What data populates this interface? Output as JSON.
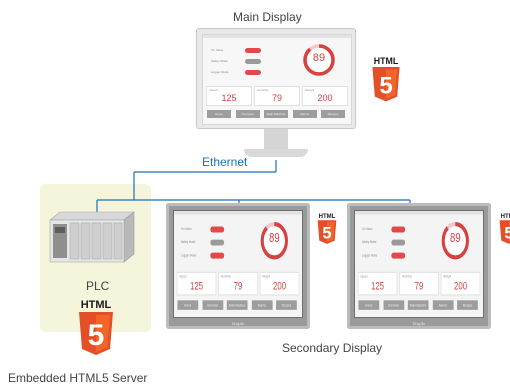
{
  "labels": {
    "main_display": "Main Display",
    "ethernet": "Ethernet",
    "plc": "PLC",
    "secondary_display": "Secondary Display",
    "embedded_server": "Embedded HTML5 Server"
  },
  "badge": {
    "text": "HTML",
    "number": "5"
  },
  "hmi": {
    "rows": [
      {
        "label": "On Value",
        "state": "on"
      },
      {
        "label": "Safety Mode",
        "state": "off"
      },
      {
        "label": "Logger Mode",
        "state": "on"
      }
    ],
    "gauge_value": "89",
    "gauge_level": 0.89,
    "values": [
      {
        "label": "Speed",
        "value": "125"
      },
      {
        "label": "Humidity",
        "value": "79"
      },
      {
        "label": "Weight",
        "value": "200"
      }
    ],
    "buttons": [
      "Home",
      "Overview",
      "Main Machine",
      "Alarms",
      "Recipes"
    ],
    "brand": "Maple"
  },
  "colors": {
    "accent_red": "#d94040",
    "network_line": "#1e6fb8",
    "ethernet_text": "#1e6fb8",
    "badge_orange": "#e34f26",
    "plc_background": "#f5f5db"
  }
}
